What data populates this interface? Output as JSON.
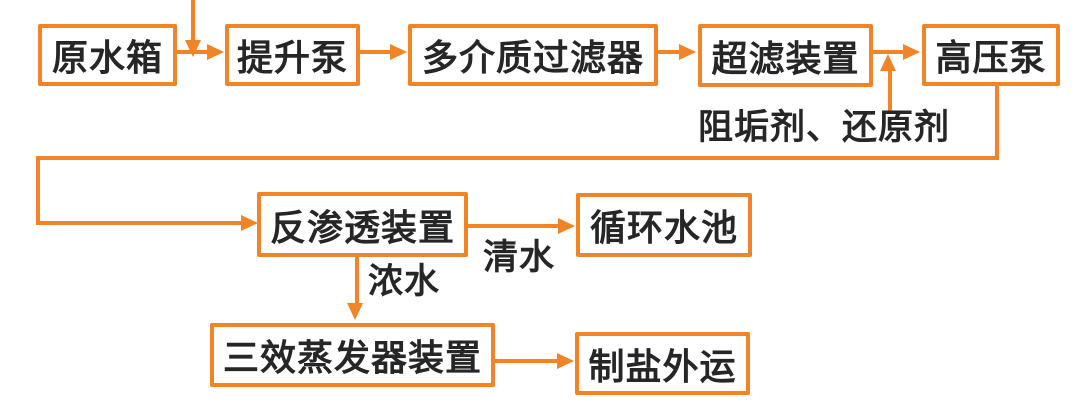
{
  "colors": {
    "accent": "#F08427",
    "text": "#262626",
    "background": "#FFFFFF"
  },
  "diagram": {
    "type": "flowchart",
    "nodes": {
      "raw_water_tank": "原水箱",
      "lift_pump": "提升泵",
      "multimedia_filter": "多介质过滤器",
      "ultrafiltration": "超滤装置",
      "high_pressure_pump": "高压泵",
      "reverse_osmosis": "反渗透装置",
      "circulating_pool": "循环水池",
      "triple_effect_evaporator": "三效蒸发器装置",
      "salt_transport": "制盐外运"
    },
    "edge_labels": {
      "antiscalant_reducer": "阻垢剂、还原剂",
      "clear_water": "清水",
      "concentrated_water": "浓水"
    },
    "edges": [
      {
        "from": "external_feed",
        "to": "raw_water_tank_to_lift_pump_line",
        "label": ""
      },
      {
        "from": "raw_water_tank",
        "to": "lift_pump",
        "label": ""
      },
      {
        "from": "lift_pump",
        "to": "multimedia_filter",
        "label": ""
      },
      {
        "from": "multimedia_filter",
        "to": "ultrafiltration",
        "label": ""
      },
      {
        "from": "ultrafiltration",
        "to": "high_pressure_pump",
        "label": ""
      },
      {
        "from": "antiscalant_reducer_injection",
        "to": "ultrafiltration_to_high_pressure_pump_line",
        "label": "阻垢剂、还原剂"
      },
      {
        "from": "high_pressure_pump",
        "to": "reverse_osmosis",
        "label": ""
      },
      {
        "from": "reverse_osmosis",
        "to": "circulating_pool",
        "label": "清水"
      },
      {
        "from": "reverse_osmosis",
        "to": "triple_effect_evaporator",
        "label": "浓水"
      },
      {
        "from": "triple_effect_evaporator",
        "to": "salt_transport",
        "label": ""
      }
    ]
  }
}
